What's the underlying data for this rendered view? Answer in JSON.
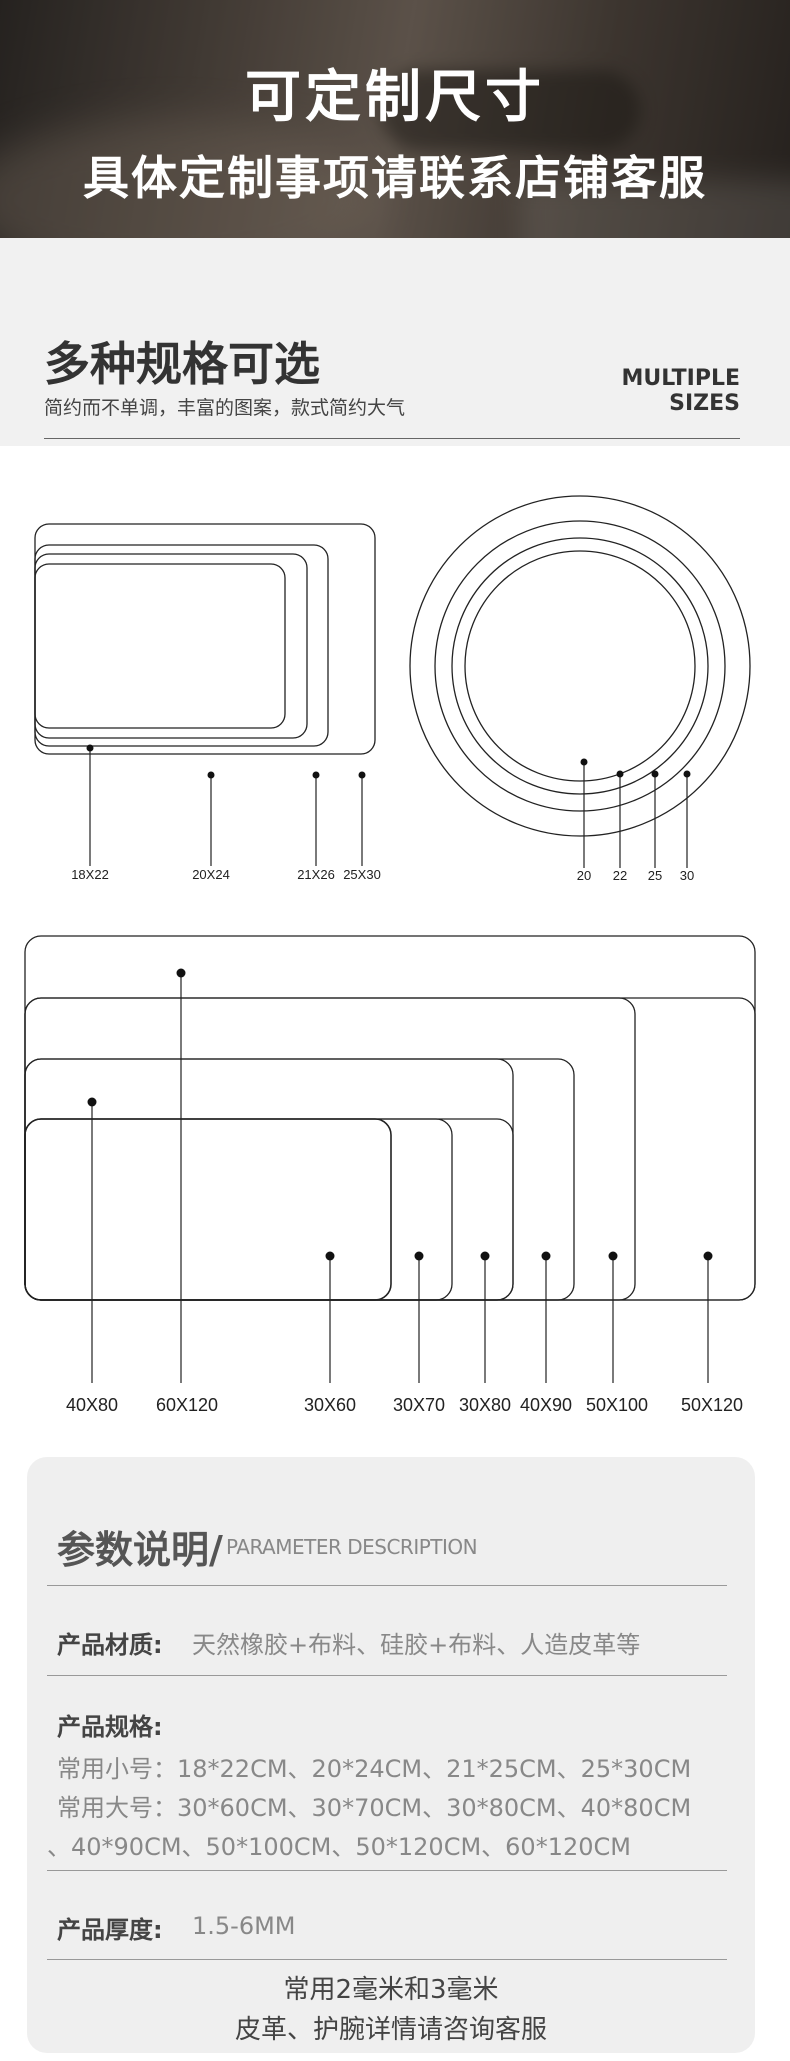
{
  "banner": {
    "title": "可定制尺寸",
    "subtitle": "具体定制事项请联系店铺客服"
  },
  "sizes_header": {
    "title": "多种规格可选",
    "subtitle": "简约而不单调，丰富的图案，款式简约大气",
    "english_line1": "MULTIPLE",
    "english_line2": "SIZES"
  },
  "small_rect_sizes": [
    "18X22",
    "20X24",
    "21X26",
    "25X30"
  ],
  "round_sizes": [
    "20",
    "22",
    "25",
    "30"
  ],
  "large_rect_sizes": [
    "40X80",
    "60X120",
    "30X60",
    "30X70",
    "30X80",
    "40X90",
    "50X100",
    "50X120"
  ],
  "parameters": {
    "title": "参数说明/",
    "title_en": "PARAMETER DESCRIPTION",
    "material_label": "产品材质:",
    "material_value": "天然橡胶+布料、硅胶+布料、人造皮革等",
    "spec_label": "产品规格:",
    "spec_small": "常用小号：18*22CM、20*24CM、21*25CM、25*30CM",
    "spec_large": "常用大号：30*60CM、30*70CM、30*80CM、40*80CM",
    "spec_large_cont": "、40*90CM、50*100CM、50*120CM、60*120CM",
    "thickness_label": "产品厚度:",
    "thickness_value": "1.5-6MM",
    "note_line1": "常用2毫米和3毫米",
    "note_line2": "皮革、护腕详情请咨询客服"
  }
}
